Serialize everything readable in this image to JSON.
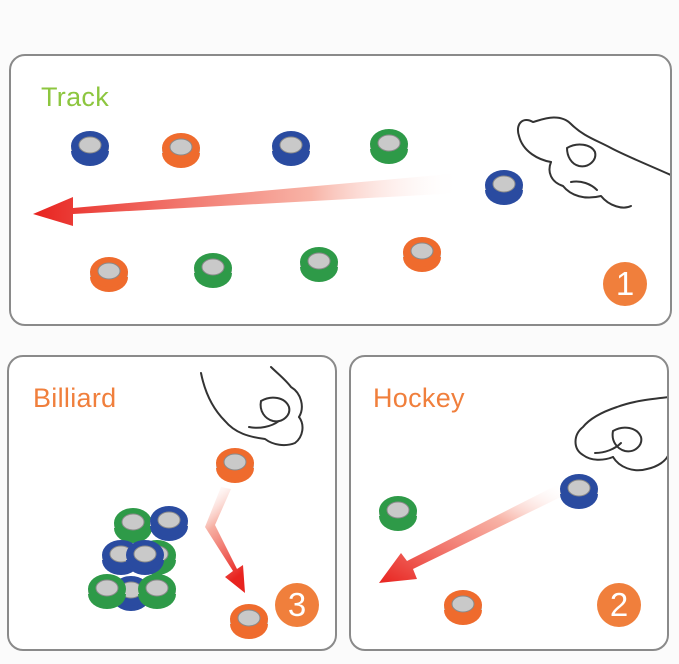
{
  "colors": {
    "panel_border": "#8a8a8a",
    "track_title": "#8dc63f",
    "game_title": "#f07f3c",
    "badge": "#f07f3c",
    "arrow": "#e8231f",
    "ring_blue": "#2a4ba0",
    "ring_orange": "#ef6b2d",
    "ring_green": "#2e9a48",
    "ring_metal": "#c9c9c9"
  },
  "panels": [
    {
      "title": "Track",
      "step": "1",
      "title_color": "track_title"
    },
    {
      "title": "Billiard",
      "step": "3",
      "title_color": "game_title"
    },
    {
      "title": "Hockey",
      "step": "2",
      "title_color": "game_title"
    }
  ],
  "rings": {
    "track": [
      "blue",
      "orange",
      "blue",
      "green",
      "blue",
      "orange",
      "green",
      "green",
      "orange"
    ],
    "billiard": [
      "orange",
      "green",
      "blue",
      "blue",
      "green",
      "blue",
      "green",
      "green",
      "blue",
      "orange"
    ],
    "hockey": [
      "green",
      "blue",
      "orange"
    ]
  },
  "icons": [
    "hand-icon",
    "arrow-icon",
    "magnetic-ring-icon"
  ]
}
